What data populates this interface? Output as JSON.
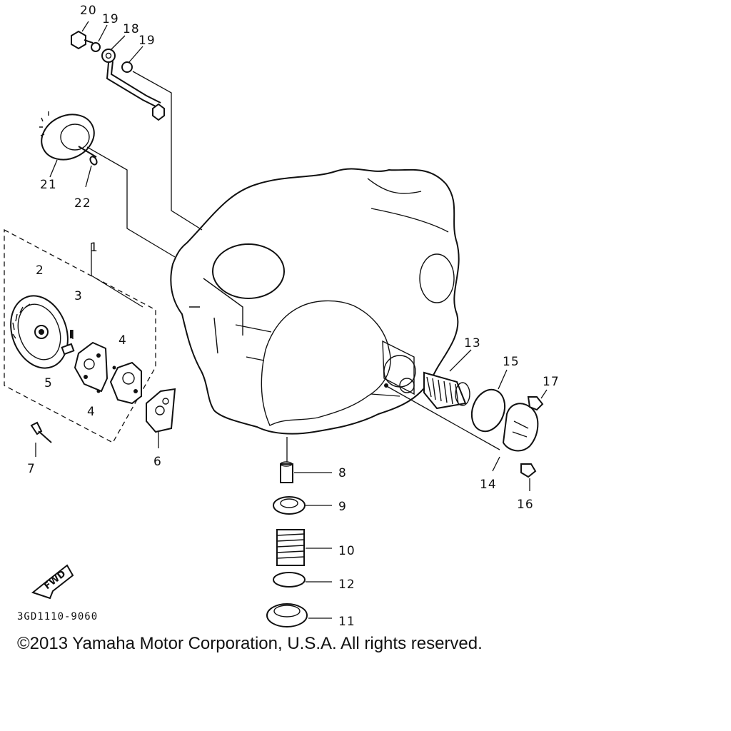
{
  "diagram": {
    "callouts": {
      "c1": "1",
      "c2": "2",
      "c3": "3",
      "c4a": "4",
      "c4b": "4",
      "c5": "5",
      "c6": "6",
      "c7": "7",
      "c8": "8",
      "c9": "9",
      "c10": "10",
      "c11": "11",
      "c12": "12",
      "c13": "13",
      "c14": "14",
      "c15": "15",
      "c16": "16",
      "c17": "17",
      "c18": "18",
      "c19a": "19",
      "c19b": "19",
      "c20": "20",
      "c21": "21",
      "c22": "22"
    },
    "fwd_label": "FWD",
    "part_code": "3GD1110-9060",
    "copyright": "©2013 Yamaha Motor Corporation, U.S.A. All rights reserved."
  }
}
